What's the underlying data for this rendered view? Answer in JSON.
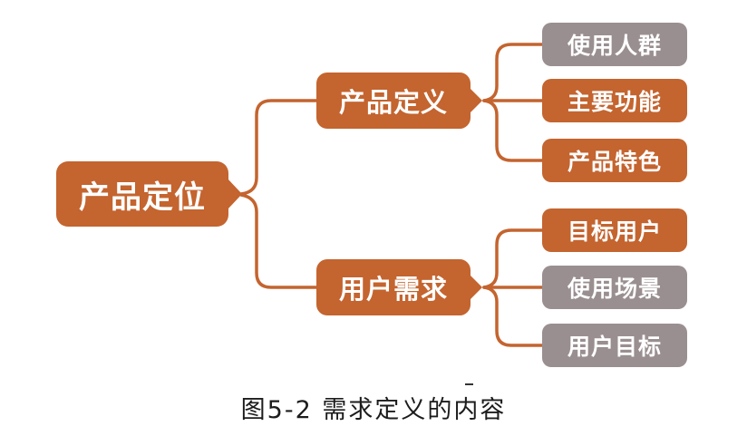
{
  "figure": {
    "caption": "图5-2 需求定义的内容"
  },
  "colors": {
    "orange": "#C4642F",
    "gray": "#9A8F90",
    "node-text": "#FFFFFF",
    "caption-text": "#1C1C1C",
    "bg": "#FFFFFF"
  },
  "diagram": {
    "type": "mindmap-tree",
    "root": {
      "label": "产品定位",
      "color": "orange"
    },
    "branches": [
      {
        "label": "产品定义",
        "color": "orange",
        "children": [
          {
            "label": "使用人群",
            "color": "gray"
          },
          {
            "label": "主要功能",
            "color": "orange"
          },
          {
            "label": "产品特色",
            "color": "orange"
          }
        ]
      },
      {
        "label": "用户需求",
        "color": "orange",
        "children": [
          {
            "label": "目标用户",
            "color": "orange"
          },
          {
            "label": "使用场景",
            "color": "gray"
          },
          {
            "label": "用户目标",
            "color": "gray"
          }
        ]
      }
    ]
  }
}
